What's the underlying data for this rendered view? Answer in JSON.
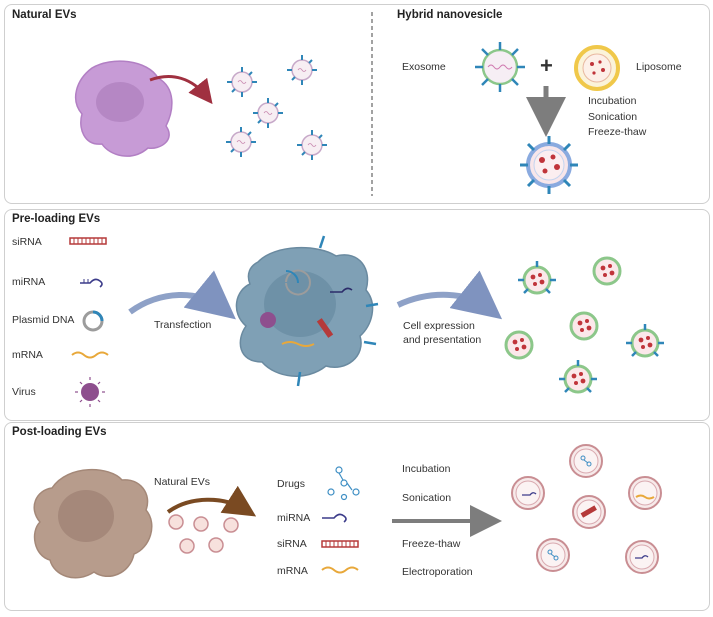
{
  "panels": {
    "natural": {
      "title": "Natural EVs"
    },
    "hybrid": {
      "title": "Hybrid nanovesicle",
      "exosome": "Exosome",
      "plus": "+",
      "liposome": "Liposome",
      "methods": [
        "Incubation",
        "Sonication",
        "Freeze-thaw"
      ]
    },
    "preloading": {
      "title": "Pre-loading EVs",
      "cargo": [
        "siRNA",
        "miRNA",
        "Plasmid DNA",
        "mRNA",
        "Virus"
      ],
      "transfection": "Transfection",
      "expression_line1": "Cell expression",
      "expression_line2": "and presentation"
    },
    "postloading": {
      "title": "Post-loading EVs",
      "natural_evs": "Natural EVs",
      "cargo": [
        "Drugs",
        "miRNA",
        "siRNA",
        "mRNA"
      ],
      "methods": [
        "Incubation",
        "Sonication",
        "Freeze-thaw",
        "Electroporation"
      ]
    }
  },
  "colors": {
    "purple_cell": "#c79bd6",
    "blue_cell": "#7fa0b5",
    "brown_cell": "#b79c8c",
    "arrow_red": "#a03040",
    "arrow_blue": "#8ea1c7",
    "arrow_brown": "#8a5a30",
    "arrow_grey": "#888888",
    "protein": "#2f86b8",
    "vesicle_green": "#8cc78a",
    "vesicle_pink": "#e8b8c0",
    "liposome_yellow": "#f0c84a",
    "sirna_red": "#b53a3a",
    "mrna_orange": "#e8a83a",
    "virus_purple": "#8e4f8e"
  }
}
